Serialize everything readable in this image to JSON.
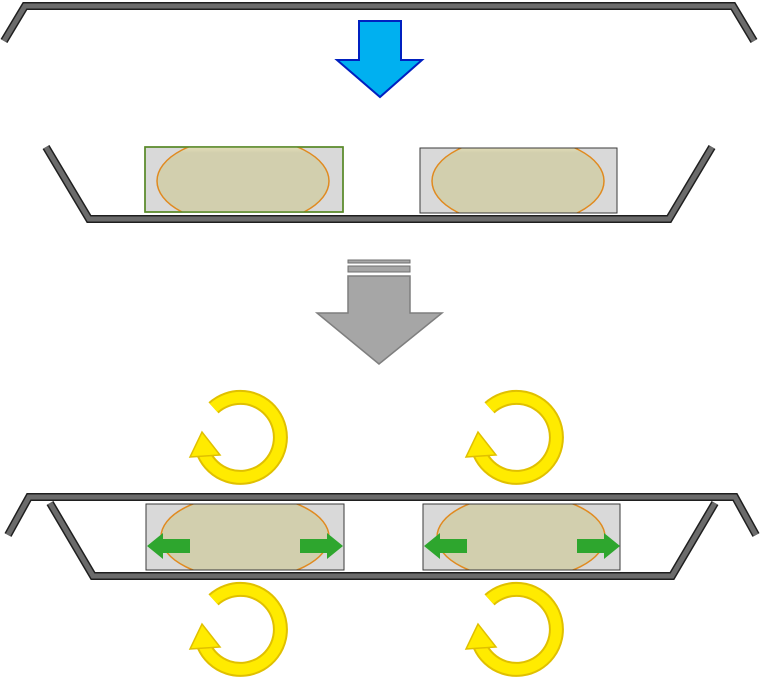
{
  "colors": {
    "tray_fill": "#6b6b6b",
    "tray_stroke": "#1f1f1f",
    "down_arrow_fill": "#00b0f0",
    "down_arrow_stroke": "#0020c0",
    "press_arrow_fill": "#a6a6a6",
    "press_arrow_stroke": "#7f7f7f",
    "block_fill": "#d9d9d9",
    "block_stroke": "#3a3a3a",
    "block_highlight_stroke": "#5a8a2a",
    "dough_fill": "#d2cfae",
    "dough_top": "#fff8c8",
    "dough_stroke": "#e08a20",
    "spread_arrow_fill": "#2ea62e",
    "rotation_fill": "#ffeb00",
    "rotation_stroke": "#e0c000"
  },
  "icons": {
    "step_arrow_1": "down-arrow-icon",
    "step_arrow_2": "press-down-arrow-icon",
    "rotation": "rotation-arrow-icon",
    "spread": "spread-arrow-icon"
  },
  "stages": {
    "count": 3,
    "stage_1": "lid-tray",
    "stage_2": "bottom-tray-with-doughs",
    "stage_3": "closed-trays-pressing"
  }
}
